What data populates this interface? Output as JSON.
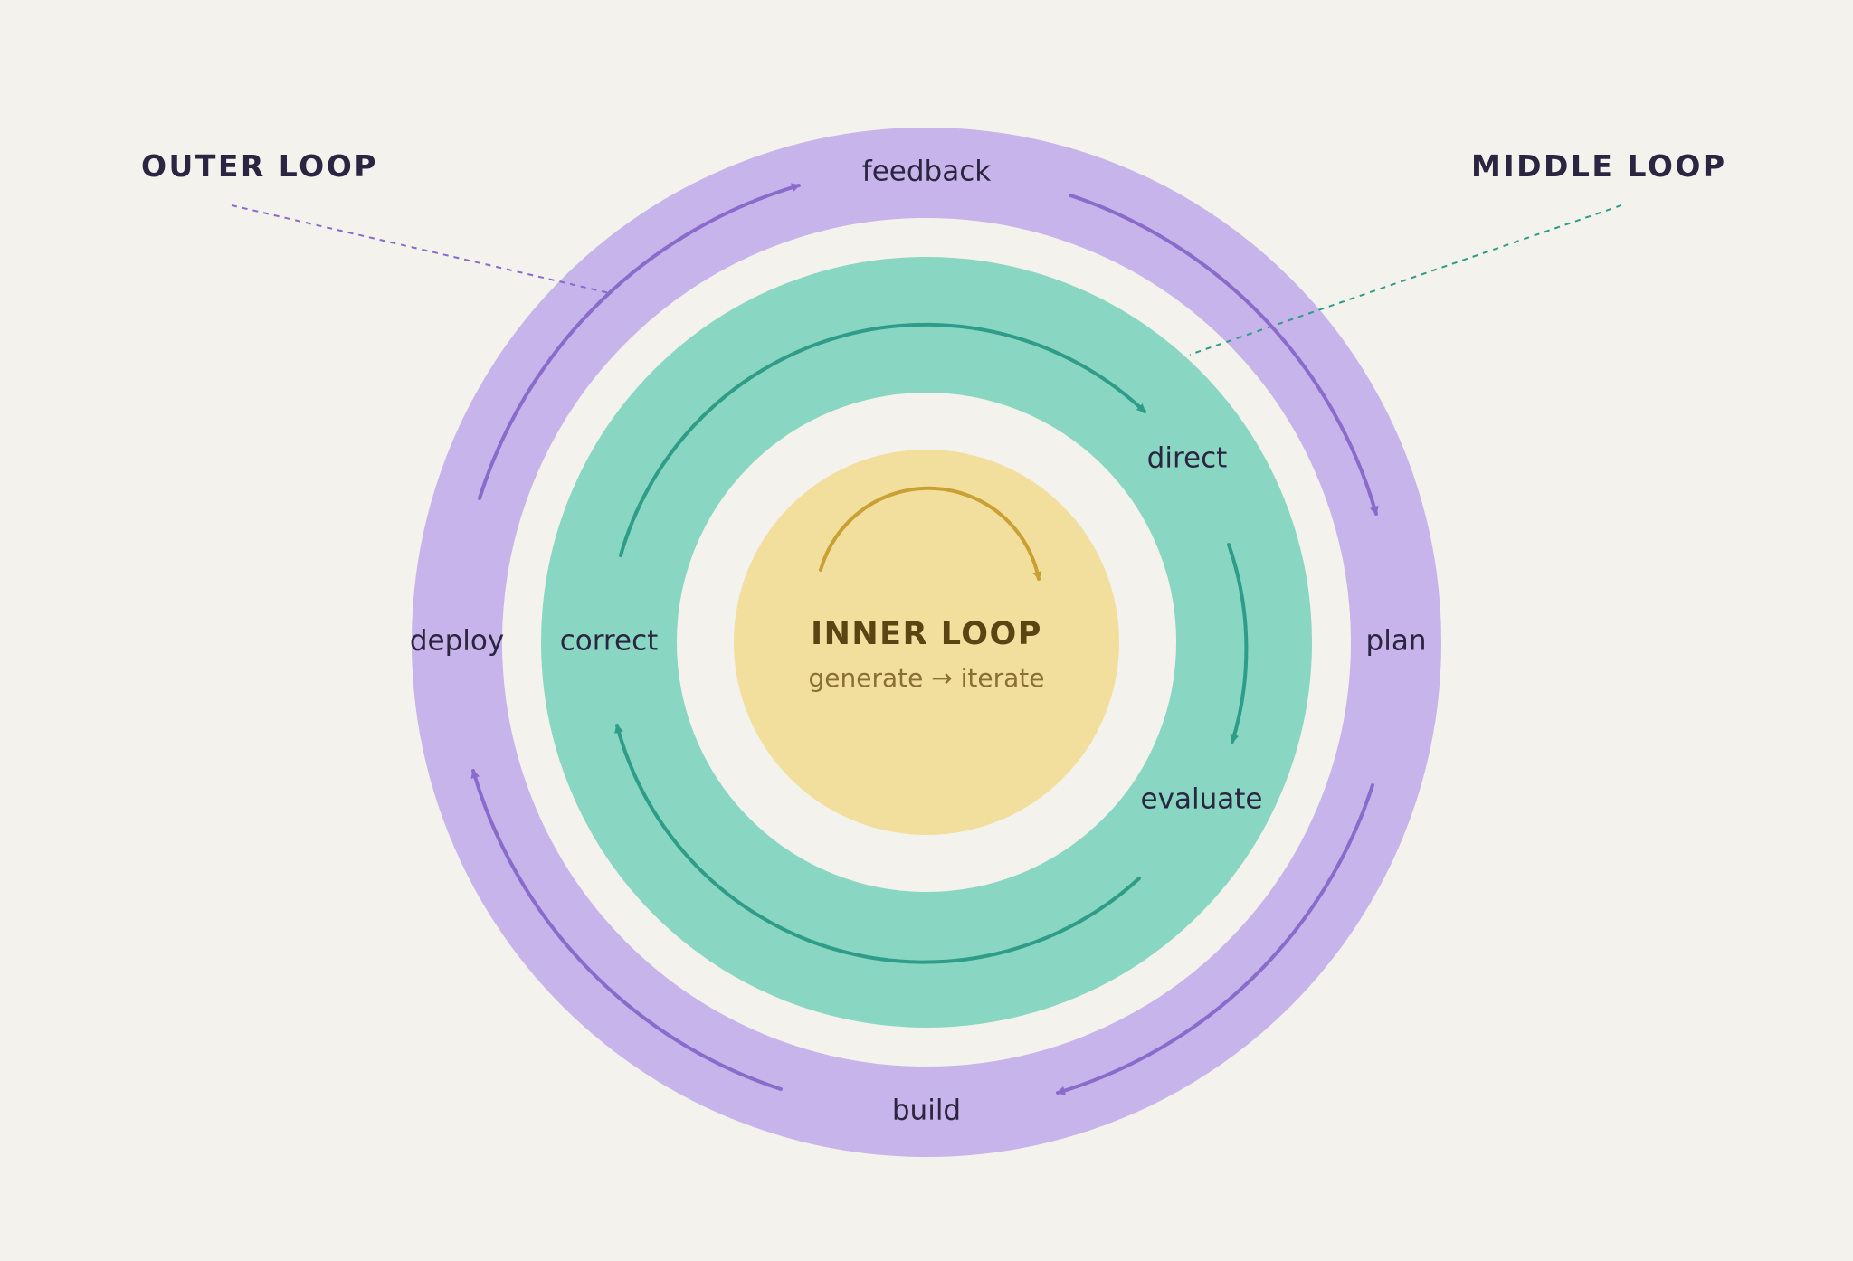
{
  "callouts": {
    "outer": "OUTER LOOP",
    "middle": "MIDDLE LOOP"
  },
  "outer_loop": {
    "stages": {
      "top": "feedback",
      "right": "plan",
      "bottom": "build",
      "left": "deploy"
    }
  },
  "middle_loop": {
    "stages": {
      "upper_right": "direct",
      "lower_right": "evaluate",
      "left": "correct"
    }
  },
  "inner_loop": {
    "title": "INNER LOOP",
    "subtitle": "generate → iterate"
  },
  "colors": {
    "background": "#F4F2ED",
    "outer_ring": "#C7B4EA",
    "outer_arrow": "#8A6BCB",
    "middle_ring": "#89D6C2",
    "middle_arrow": "#2E9C88",
    "inner_disc": "#F2DF9E",
    "inner_arrow": "#C9A032",
    "text_dark": "#2A2540"
  },
  "icons": {
    "outer_arrows": "curved-arrow-icon",
    "middle_arrows": "curved-arrow-icon",
    "inner_arrow": "curved-arrow-icon"
  }
}
